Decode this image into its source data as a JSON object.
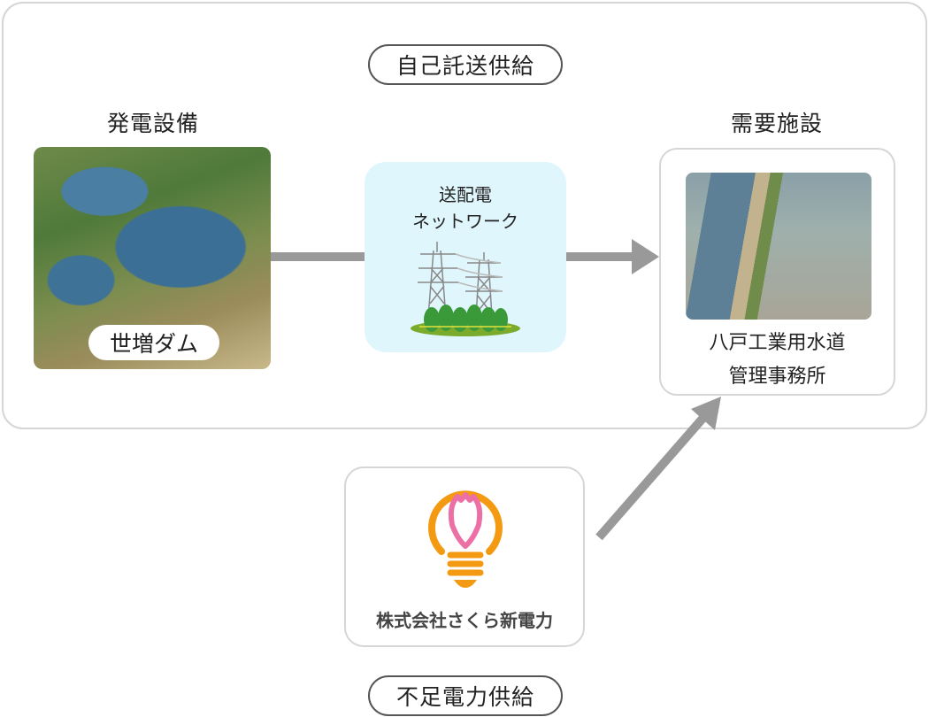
{
  "top_label": "自己託送供給",
  "bottom_label": "不足電力供給",
  "generation": {
    "heading": "発電設備",
    "photo_caption": "世増ダム"
  },
  "network": {
    "line1": "送配電",
    "line2": "ネットワーク"
  },
  "demand": {
    "heading": "需要施設",
    "line1": "八戸工業用水道",
    "line2": "管理事務所"
  },
  "supplier": {
    "name": "株式会社さくら新電力"
  },
  "colors": {
    "arrow": "#999999",
    "network_bg": "#e0f6fd",
    "bulb": "#f39a12",
    "petal": "#ec6fa5"
  }
}
